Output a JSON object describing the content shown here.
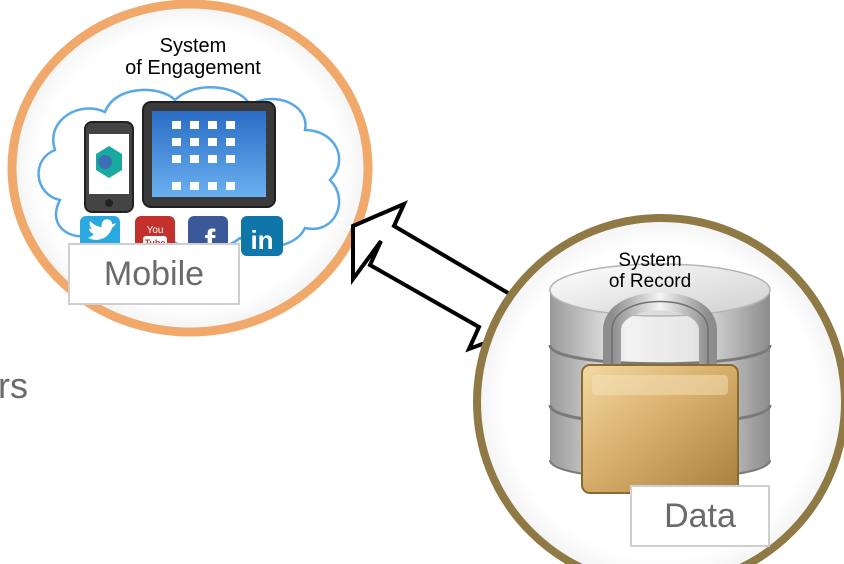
{
  "engagement": {
    "label_line1": "System",
    "label_line2": "of Engagement",
    "box_label": "Mobile",
    "ring_color": "#f0a96a",
    "cloud_color": "#58a7e6",
    "social_icons": [
      {
        "name": "twitter-icon",
        "glyph": "🐦",
        "color": "#2aa9e0"
      },
      {
        "name": "youtube-icon",
        "glyph": "You Tube",
        "color": "#c4302b"
      },
      {
        "name": "facebook-icon",
        "glyph": "f",
        "color": "#3b5998"
      },
      {
        "name": "linkedin-icon",
        "glyph": "in",
        "color": "#0e76a8"
      }
    ]
  },
  "record": {
    "label_line1": "System",
    "label_line2": "of Record",
    "box_label": "Data",
    "ring_color": "#8f7a45"
  },
  "fragment_text": "rs",
  "connector": {
    "type": "double-headed-arrow",
    "stroke_color": "#000000"
  }
}
